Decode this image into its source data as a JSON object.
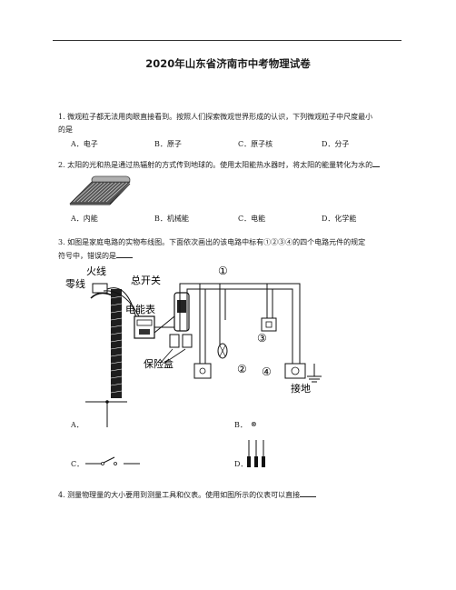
{
  "title": "2020年山东省济南市中考物理试卷",
  "q1": {
    "line1": "1. 微观粒子都无法用肉眼直接看到。按照人们探索微观世界形成的认识，下列微观粒子中尺度最小",
    "line2": "的是",
    "options": [
      "A．电子",
      "B．原子",
      "C．原子核",
      "D．分子"
    ]
  },
  "q2": {
    "line1": "2. 太阳的光和热是通过热辐射的方式传到地球的。使用太阳能热水器时，将太阳的能量转化为水的",
    "options": [
      "A．内能",
      "B．机械能",
      "C．电能",
      "D．化学能"
    ]
  },
  "q3": {
    "line1": "3. 如图是家庭电路的实物布线图。下面依次画出的该电路中标有①②③④的四个电路元件的规定",
    "line2": "符号中，错误的是",
    "diagram": {
      "fire_wire": "火线",
      "neutral_wire": "零线",
      "main_switch": "总开关",
      "meter": "电能表",
      "fuse_box": "保险盒",
      "ground": "接地",
      "mark1": "①",
      "mark2": "②",
      "mark3": "③",
      "mark4": "④"
    },
    "optA": "A．",
    "optB": "B．",
    "optC": "C．",
    "optD": "D．",
    "symB": "⊗"
  },
  "q4": {
    "line1": "4. 测量物理量的大小要用到测量工具和仪表。使用如图所示的仪表可以直接"
  }
}
